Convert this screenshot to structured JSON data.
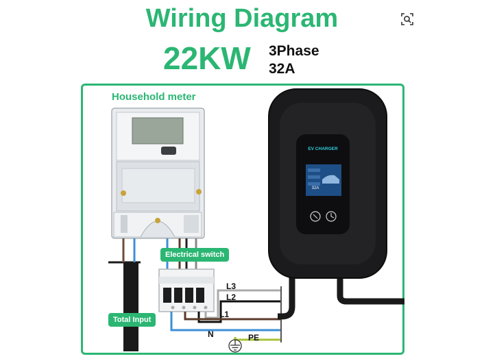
{
  "header": {
    "title": "Wiring Diagram",
    "power": "22KW",
    "phase": "3Phase",
    "current": "32A"
  },
  "meter": {
    "label": "Household meter"
  },
  "labels": {
    "electrical_switch": "Electrical switch",
    "total_input": "Total Input"
  },
  "wires": {
    "l3": "L3",
    "l2": "L2",
    "l1": "L1",
    "n": "N",
    "pe": "PE"
  },
  "charger": {
    "brand": "EV CHARGER",
    "display_value": "32A"
  },
  "colors": {
    "accent": "#2bb673",
    "charger_body": "#1b1b1d",
    "blue_wire": "#3d8fd6",
    "brown_wire": "#5b3a29"
  }
}
